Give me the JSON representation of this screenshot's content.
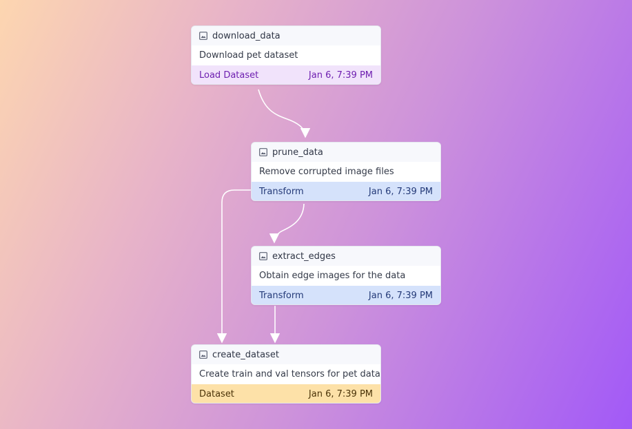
{
  "colors": {
    "load": "#6e1fb0",
    "transform": "#243a78",
    "dataset": "#4a3308",
    "edge": "#ffffff"
  },
  "nodes": [
    {
      "id": "download_data",
      "icon": "image-icon",
      "name": "download_data",
      "description": "Download pet dataset",
      "type": "Load Dataset",
      "time": "Jan 6, 7:39 PM"
    },
    {
      "id": "prune_data",
      "icon": "image-icon",
      "name": "prune_data",
      "description": "Remove corrupted image files",
      "type": "Transform",
      "time": "Jan 6, 7:39 PM"
    },
    {
      "id": "extract_edges",
      "icon": "image-icon",
      "name": "extract_edges",
      "description": "Obtain edge images for the data",
      "type": "Transform",
      "time": "Jan 6, 7:39 PM"
    },
    {
      "id": "create_dataset",
      "icon": "image-icon",
      "name": "create_dataset",
      "description": "Create train and val tensors for pet data...",
      "type": "Dataset",
      "time": "Jan 6, 7:39 PM"
    }
  ],
  "edges": [
    {
      "from": "download_data",
      "to": "prune_data"
    },
    {
      "from": "prune_data",
      "to": "extract_edges"
    },
    {
      "from": "prune_data",
      "to": "create_dataset"
    },
    {
      "from": "extract_edges",
      "to": "create_dataset"
    }
  ]
}
